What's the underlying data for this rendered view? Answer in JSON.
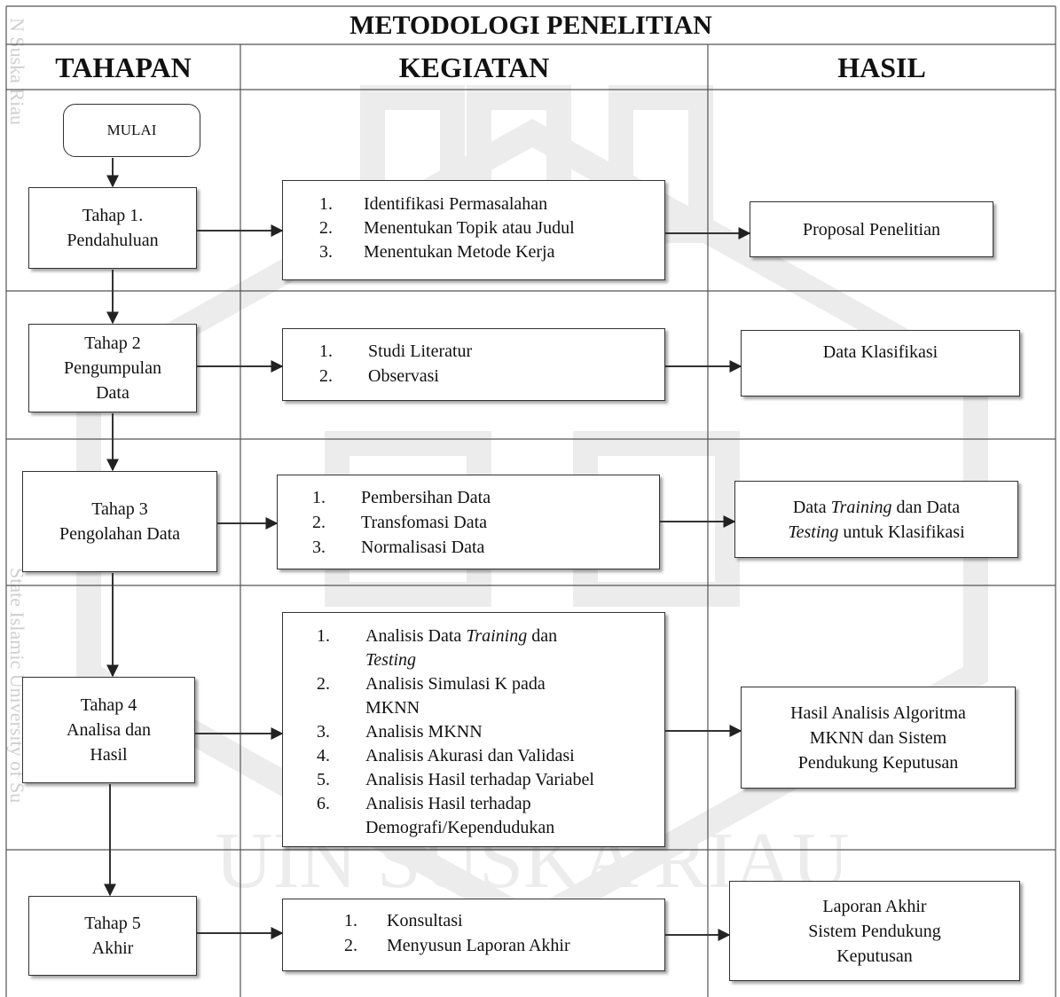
{
  "title": "METODOLOGI PENELITIAN",
  "columns": {
    "tahapan": "TAHAPAN",
    "kegiatan": "KEGIATAN",
    "hasil": "HASIL"
  },
  "start": "MULAI",
  "stages": [
    {
      "label": [
        "Tahap 1.",
        "Pendahuluan"
      ],
      "activities": [
        {
          "n": "1.",
          "t": [
            [
              {
                "s": "Identifikasi Permasalahan"
              }
            ]
          ]
        },
        {
          "n": "2.",
          "t": [
            [
              {
                "s": "Menentukan Topik atau Judul"
              }
            ]
          ]
        },
        {
          "n": "3.",
          "t": [
            [
              {
                "s": "Menentukan Metode Kerja"
              }
            ]
          ]
        }
      ],
      "result": [
        [
          {
            "s": "Proposal Penelitian"
          }
        ]
      ]
    },
    {
      "label": [
        "Tahap 2",
        "Pengumpulan",
        "Data"
      ],
      "activities": [
        {
          "n": "1.",
          "t": [
            [
              {
                "s": "Studi Literatur"
              }
            ]
          ]
        },
        {
          "n": "2.",
          "t": [
            [
              {
                "s": "Observasi"
              }
            ]
          ]
        }
      ],
      "result": [
        [
          {
            "s": "Data Klasifikasi"
          }
        ]
      ]
    },
    {
      "label": [
        "Tahap 3",
        "Pengolahan Data"
      ],
      "activities": [
        {
          "n": "1.",
          "t": [
            [
              {
                "s": "Pembersihan Data"
              }
            ]
          ]
        },
        {
          "n": "2.",
          "t": [
            [
              {
                "s": "Transfomasi Data"
              }
            ]
          ]
        },
        {
          "n": "3.",
          "t": [
            [
              {
                "s": "Normalisasi Data"
              }
            ]
          ]
        }
      ],
      "result": [
        [
          {
            "s": "Data "
          },
          {
            "s": "Training",
            "i": true
          },
          {
            "s": " dan Data"
          }
        ],
        [
          {
            "s": "Testing",
            "i": true
          },
          {
            "s": " untuk Klasifikasi"
          }
        ]
      ]
    },
    {
      "label": [
        "Tahap 4",
        "Analisa dan",
        "Hasil"
      ],
      "activities": [
        {
          "n": "1.",
          "t": [
            [
              {
                "s": "Analisis Data "
              },
              {
                "s": "Training",
                "i": true
              },
              {
                "s": " dan"
              }
            ],
            [
              {
                "s": "Testing",
                "i": true
              }
            ]
          ]
        },
        {
          "n": "2.",
          "t": [
            [
              {
                "s": "Analisis Simulasi K pada"
              }
            ],
            [
              {
                "s": "MKNN"
              }
            ]
          ]
        },
        {
          "n": "3.",
          "t": [
            [
              {
                "s": "Analisis MKNN"
              }
            ]
          ]
        },
        {
          "n": "4.",
          "t": [
            [
              {
                "s": "Analisis Akurasi dan Validasi"
              }
            ]
          ]
        },
        {
          "n": "5.",
          "t": [
            [
              {
                "s": "Analisis Hasil terhadap Variabel"
              }
            ]
          ]
        },
        {
          "n": "6.",
          "t": [
            [
              {
                "s": "Analisis Hasil terhadap"
              }
            ],
            [
              {
                "s": "Demografi/Kependudukan"
              }
            ]
          ]
        }
      ],
      "result": [
        [
          {
            "s": "Hasil Analisis Algoritma"
          }
        ],
        [
          {
            "s": "MKNN dan Sistem"
          }
        ],
        [
          {
            "s": "Pendukung Keputusan"
          }
        ]
      ]
    },
    {
      "label": [
        "Tahap 5",
        "Akhir"
      ],
      "activities": [
        {
          "n": "1.",
          "t": [
            [
              {
                "s": "Konsultasi"
              }
            ]
          ]
        },
        {
          "n": "2.",
          "t": [
            [
              {
                "s": "Menyusun Laporan Akhir"
              }
            ]
          ]
        }
      ],
      "result": [
        [
          {
            "s": "Laporan Akhir"
          }
        ],
        [
          {
            "s": "Sistem Pendukung"
          }
        ],
        [
          {
            "s": "Keputusan"
          }
        ]
      ]
    }
  ],
  "watermark": {
    "side_text": [
      "N Suska Riau",
      "State Islamic University of Su"
    ],
    "center_text": "UIN SUSKA RIAU"
  },
  "colors": {
    "line": "#333333",
    "grid": "#555555",
    "watermark": "#e2e2e2"
  }
}
